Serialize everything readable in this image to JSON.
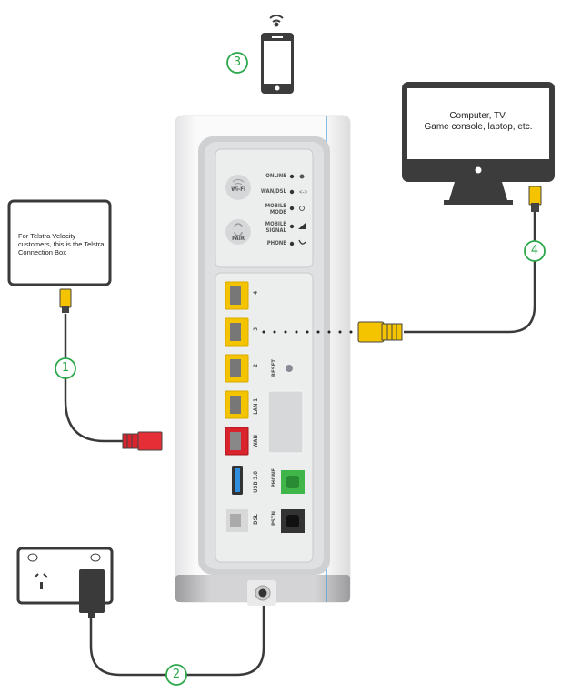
{
  "diagram": {
    "title": "Router connection diagram",
    "steps": [
      {
        "number": "1",
        "description": "WAN cable from Telstra Connection Box"
      },
      {
        "number": "2",
        "description": "Power adapter to wall socket"
      },
      {
        "number": "3",
        "description": "Wi-Fi device"
      },
      {
        "number": "4",
        "description": "LAN cable to computer"
      }
    ],
    "connection_box_text": "For Telstra Velocity customers, this is the Telstra Connection Box",
    "monitor_text_line1": "Computer, TV,",
    "monitor_text_line2": "Game console, laptop, etc.",
    "router": {
      "buttons": {
        "wifi": "Wi-Fi",
        "pair": "PAIR"
      },
      "indicators": [
        {
          "label": "ONLINE",
          "icon": "globe-icon"
        },
        {
          "label": "WAN/DSL",
          "icon": "arrows-icon"
        },
        {
          "label": "MOBILE MODE",
          "icon": "antenna-icon"
        },
        {
          "label": "MOBILE SIGNAL",
          "icon": "signal-icon"
        },
        {
          "label": "PHONE",
          "icon": "phone-icon"
        }
      ],
      "ports": {
        "lan4": "4",
        "lan3": "3",
        "lan2": "2",
        "lan1": "LAN 1",
        "wan": "WAN",
        "usb": "USB 3.0",
        "phone": "PHONE",
        "dsl": "DSL",
        "pstn": "PSTN",
        "reset": "RESET"
      }
    },
    "colors": {
      "lan": "#f5c400",
      "wan": "#d9232d",
      "phone": "#3fb54a",
      "step_circle": "#2aa84a",
      "cable": "#3a3a3a",
      "usb": "#2f8fde"
    }
  }
}
